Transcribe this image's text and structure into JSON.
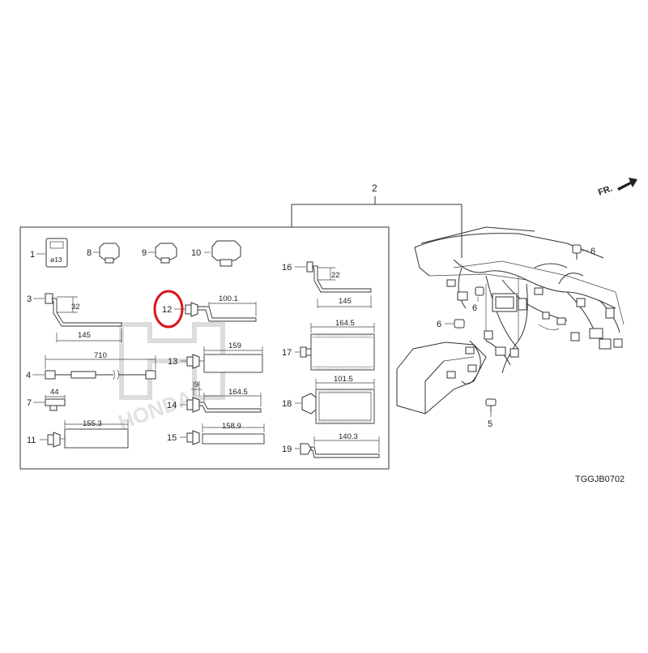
{
  "diagram": {
    "code": "TGGJB0702",
    "direction_label": "FR.",
    "watermark": "HONDA",
    "assembly_callout": "2",
    "highlighted_part": "12",
    "callouts": {
      "p1": "1",
      "p2": "2",
      "p3": "3",
      "p4": "4",
      "p5": "5",
      "p6a": "6",
      "p6b": "6",
      "p6c": "6",
      "p7": "7",
      "p8": "8",
      "p9": "9",
      "p10": "10",
      "p11": "11",
      "p12": "12",
      "p13": "13",
      "p14": "14",
      "p15": "15",
      "p16": "16",
      "p17": "17",
      "p18": "18",
      "p19": "19"
    },
    "part1_label": "ø13",
    "dims": {
      "p3_h": "32",
      "p3_w": "145",
      "p4_len": "710",
      "p7_w": "44",
      "p11_w": "155.3",
      "p12_w": "100.1",
      "p13_w": "159",
      "p14_h": "9",
      "p14_w": "164.5",
      "p15_w": "158.9",
      "p16_h": "22",
      "p16_w": "145",
      "p17_w": "164.5",
      "p18_w": "101.5",
      "p19_w": "140.3"
    }
  }
}
